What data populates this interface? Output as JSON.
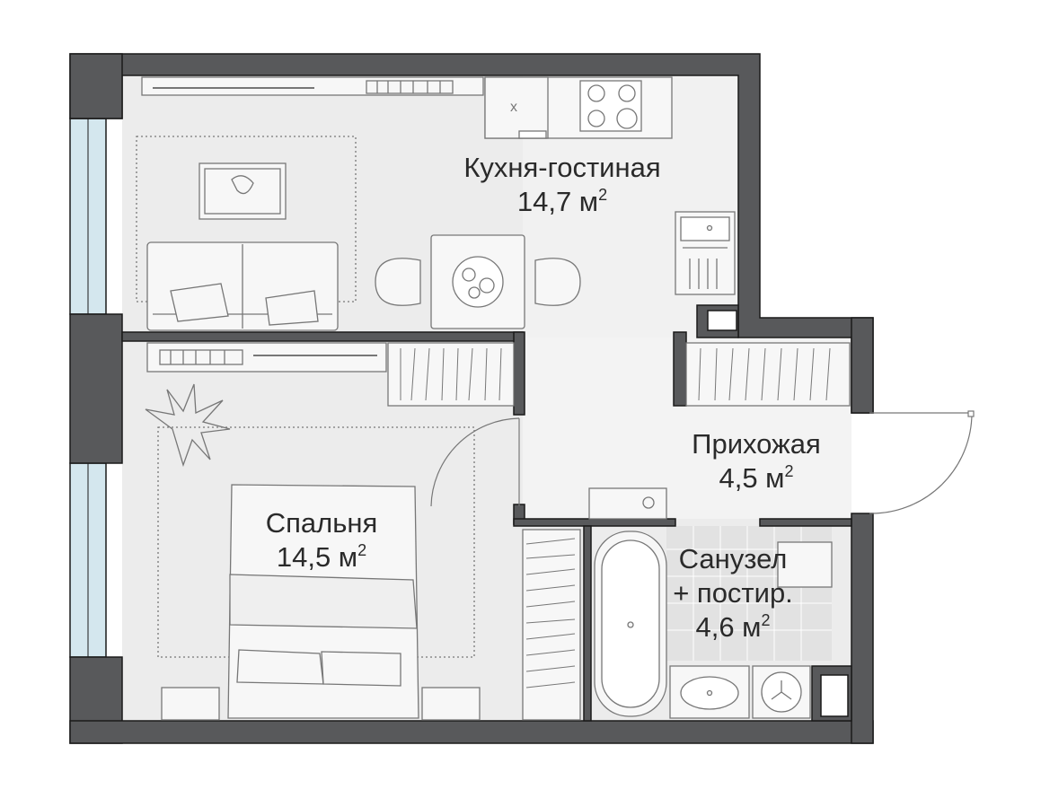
{
  "rooms": {
    "kitchen_living": {
      "name": "Кухня-гостиная",
      "area_value": "14,7 м",
      "area_exp": "2"
    },
    "bedroom": {
      "name": "Спальня",
      "area_value": "14,5 м",
      "area_exp": "2"
    },
    "hallway": {
      "name": "Прихожая",
      "area_value": "4,5 м",
      "area_exp": "2"
    },
    "bathroom": {
      "name_line1": "Санузел",
      "name_line2": "+ постир.",
      "area_value": "4,6 м",
      "area_exp": "2"
    }
  },
  "colors": {
    "wall": "#58595b",
    "wall_outline": "#1a1a1a",
    "floor": "#ececec",
    "hall_floor": "#f3f3f3",
    "tile": "#e2e2e2",
    "window": "#d4e7ee",
    "furniture_line": "#777777",
    "furniture_fill": "#f7f7f7",
    "text": "#2a2a2a"
  }
}
